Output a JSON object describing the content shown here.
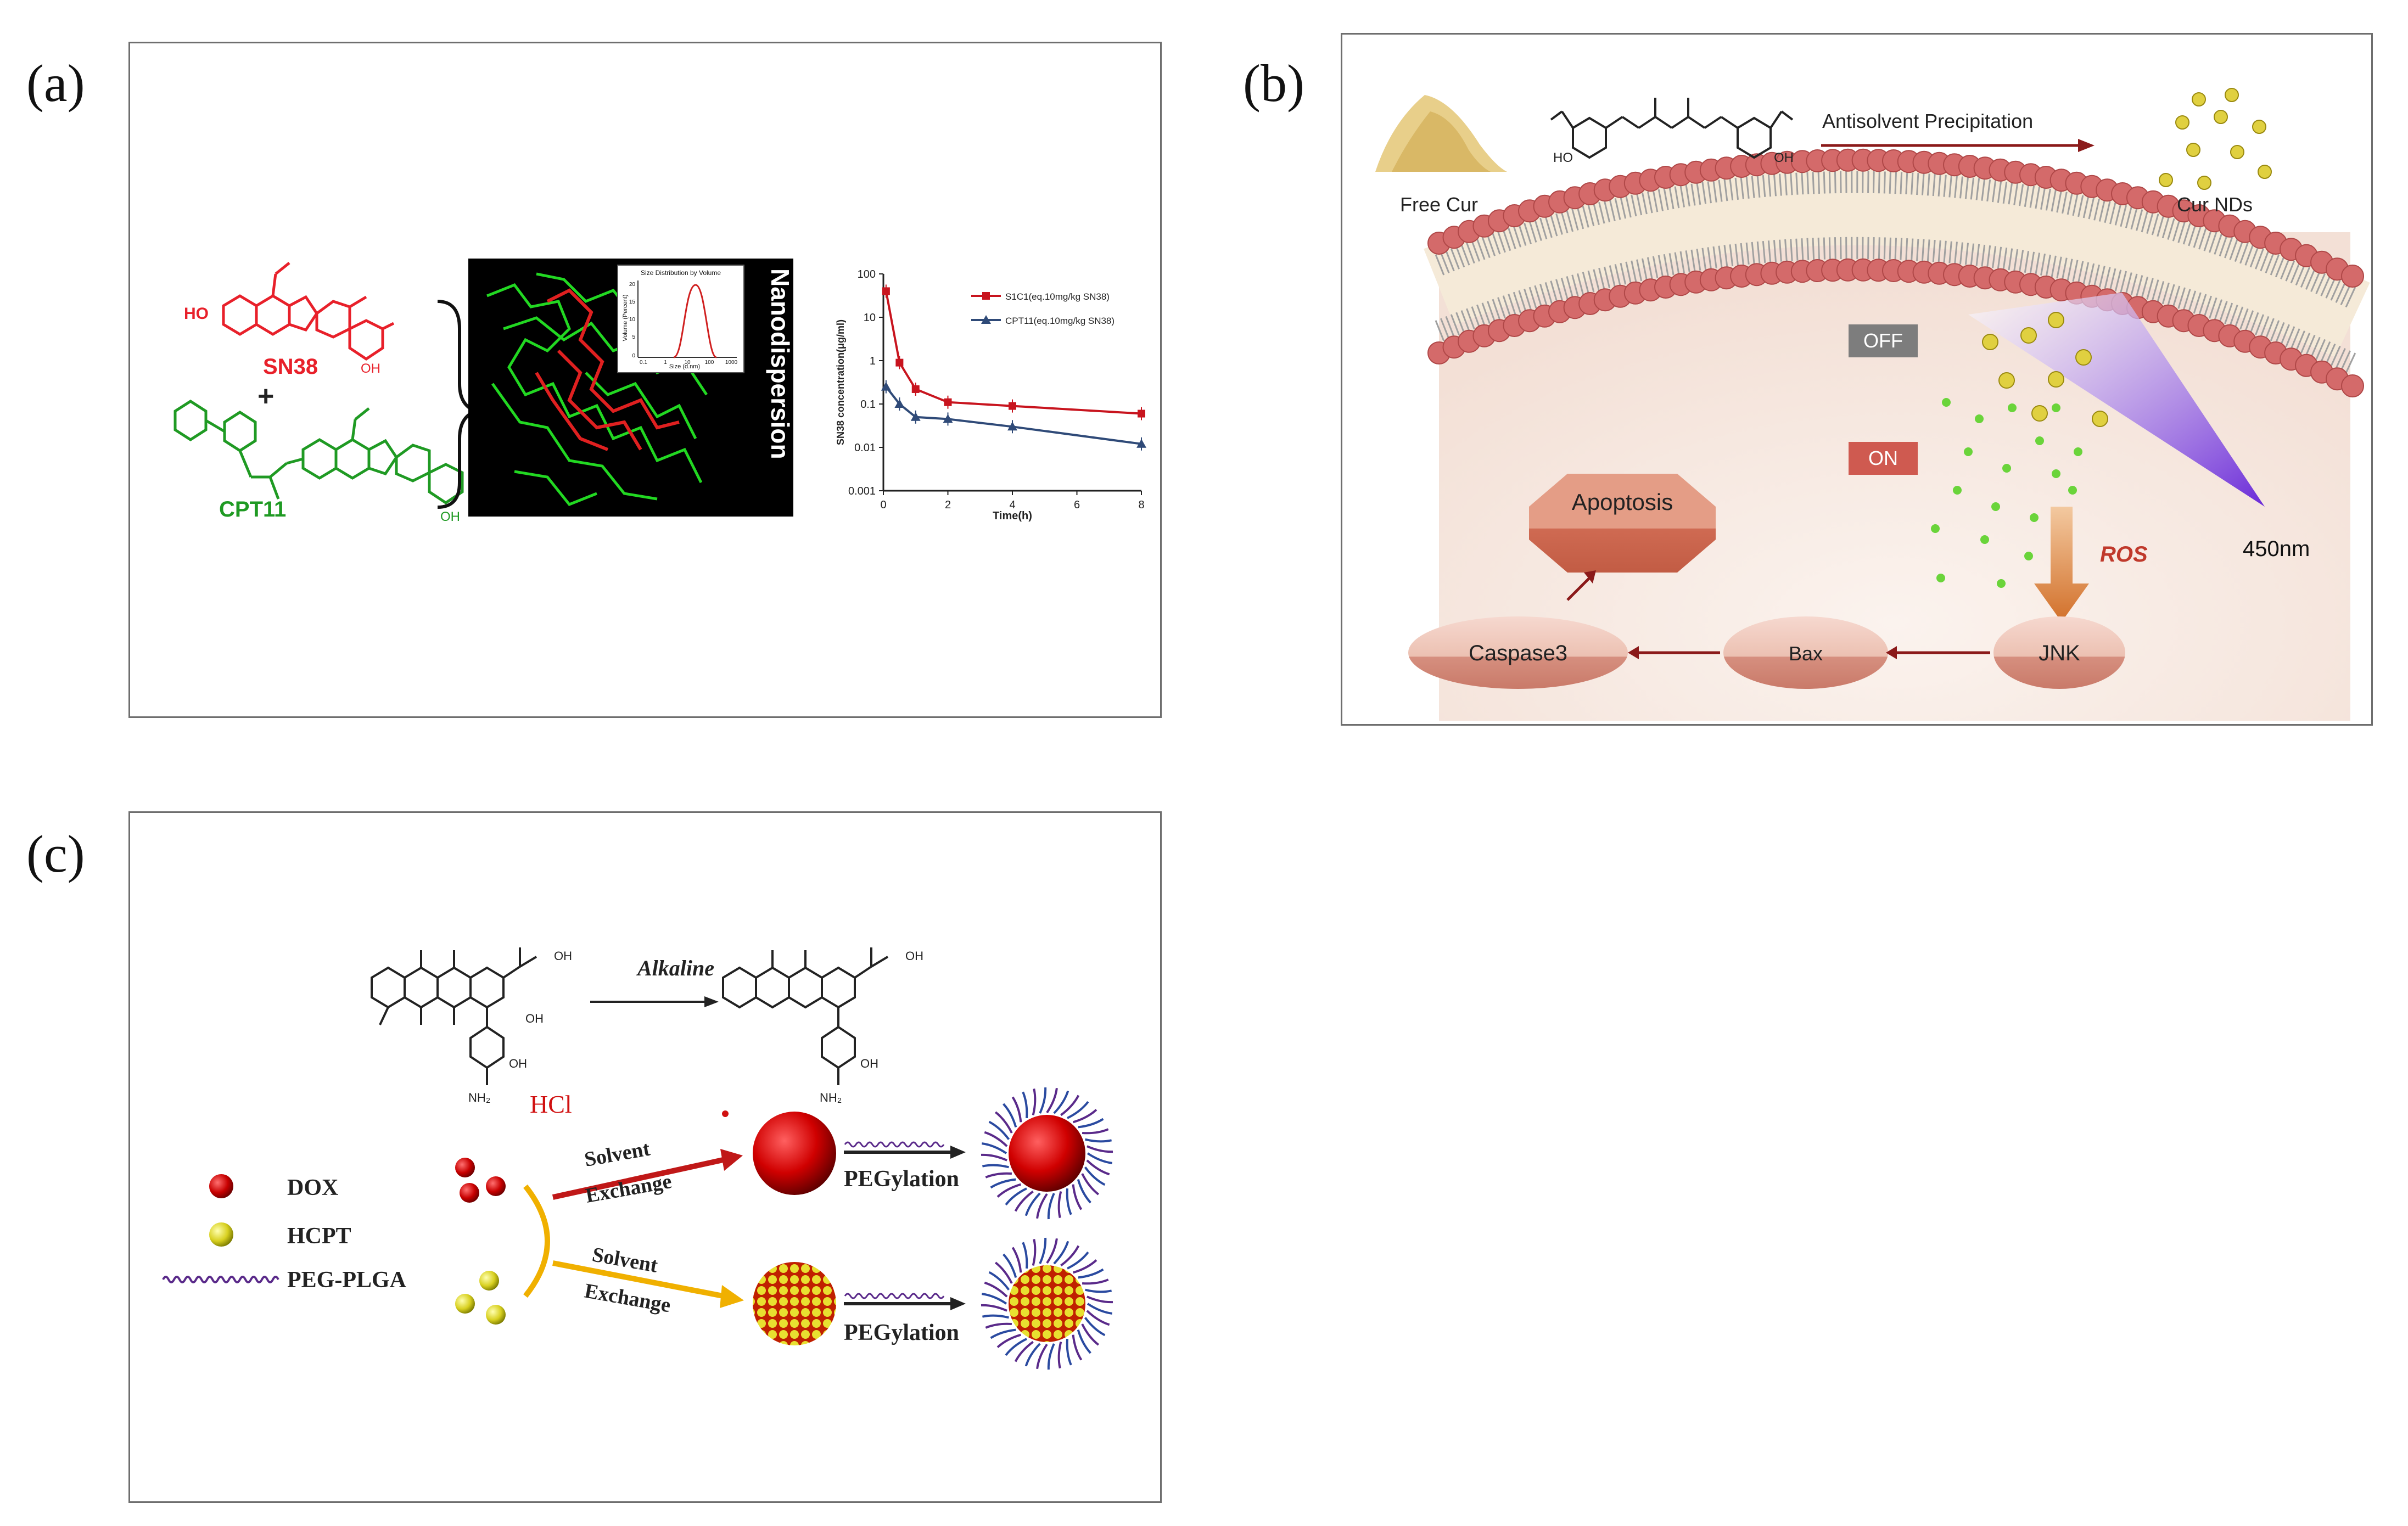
{
  "panels": {
    "a": {
      "letter": "(a)",
      "sn38_label": "SN38",
      "plus": "+",
      "cpt11_label": "CPT11",
      "nanodispersion_label": "Nanodispersion",
      "inset_title": "Size Distribution by Volume",
      "inset_xlabel": "Size (d.nm)",
      "inset_ylabel": "Volume (Percent)",
      "inset_xticks": [
        "0.1",
        "1",
        "10",
        "100",
        "1000"
      ],
      "inset_yticks": [
        "20",
        "15",
        "10",
        "5",
        "0"
      ],
      "chem_labels": {
        "ho": "HO",
        "oh1": "OH",
        "oh2": "OH"
      }
    },
    "b": {
      "letter": "(b)",
      "free_cur": "Free Cur",
      "antisolvent": "Antisolvent Precipitation",
      "cur_nds": "Cur NDs",
      "off": "OFF",
      "on": "ON",
      "ros": "ROS",
      "wavelength": "450nm",
      "apoptosis": "Apoptosis",
      "caspase3": "Caspase3",
      "bax": "Bax",
      "jnk": "JNK",
      "chem_labels": {
        "ho": "HO",
        "oh": "OH"
      }
    },
    "c": {
      "letter": "(c)",
      "alkaline": "Alkaline",
      "hcl": "HCl",
      "legend_dox": "DOX",
      "legend_hcpt": "HCPT",
      "legend_peg": "PEG-PLGA",
      "solvent_exchange_1a": "Solvent",
      "solvent_exchange_1b": "Exchange",
      "solvent_exchange_2a": "Solvent",
      "solvent_exchange_2b": "Exchange",
      "pegylation_1": "PEGylation",
      "pegylation_2": "PEGylation",
      "chem_labels": {
        "oh": "OH",
        "nh2": "NH₂"
      }
    }
  },
  "colors": {
    "red_drug": "#e8202a",
    "green_drug": "#1f9a23",
    "chart_red": "#c8141e",
    "chart_blue": "#2f4a78",
    "membrane_head": "#d46a6a",
    "arrow_dark_red": "#8b1a1a",
    "dox_red": "#d01010",
    "hcpt_yellow": "#d8d020",
    "peg_purple": "#5a2a8a",
    "yellow_arrow": "#f0b000"
  },
  "chart_data": {
    "type": "line",
    "title": "",
    "xlabel": "Time(h)",
    "ylabel": "SN38 concentration(μg/ml)",
    "yscale": "log",
    "ylim": [
      0.001,
      100
    ],
    "xlim": [
      0,
      8
    ],
    "xticks": [
      "0",
      "2",
      "4",
      "6",
      "8"
    ],
    "yticks": [
      "100",
      "10",
      "1",
      "0.1",
      "0.01",
      "0.001"
    ],
    "legend_position": "top-right",
    "series": [
      {
        "name": "S1C1(eq.10mg/kg SN38)",
        "color": "#c8141e",
        "marker": "square",
        "x": [
          0.083,
          0.5,
          1,
          2,
          4,
          8
        ],
        "y": [
          40,
          0.9,
          0.22,
          0.11,
          0.09,
          0.06
        ]
      },
      {
        "name": "CPT11(eq.10mg/kg SN38)",
        "color": "#2f4a78",
        "marker": "triangle",
        "x": [
          0.083,
          0.5,
          1,
          2,
          4,
          8
        ],
        "y": [
          0.25,
          0.1,
          0.05,
          0.045,
          0.03,
          0.012
        ]
      }
    ]
  }
}
